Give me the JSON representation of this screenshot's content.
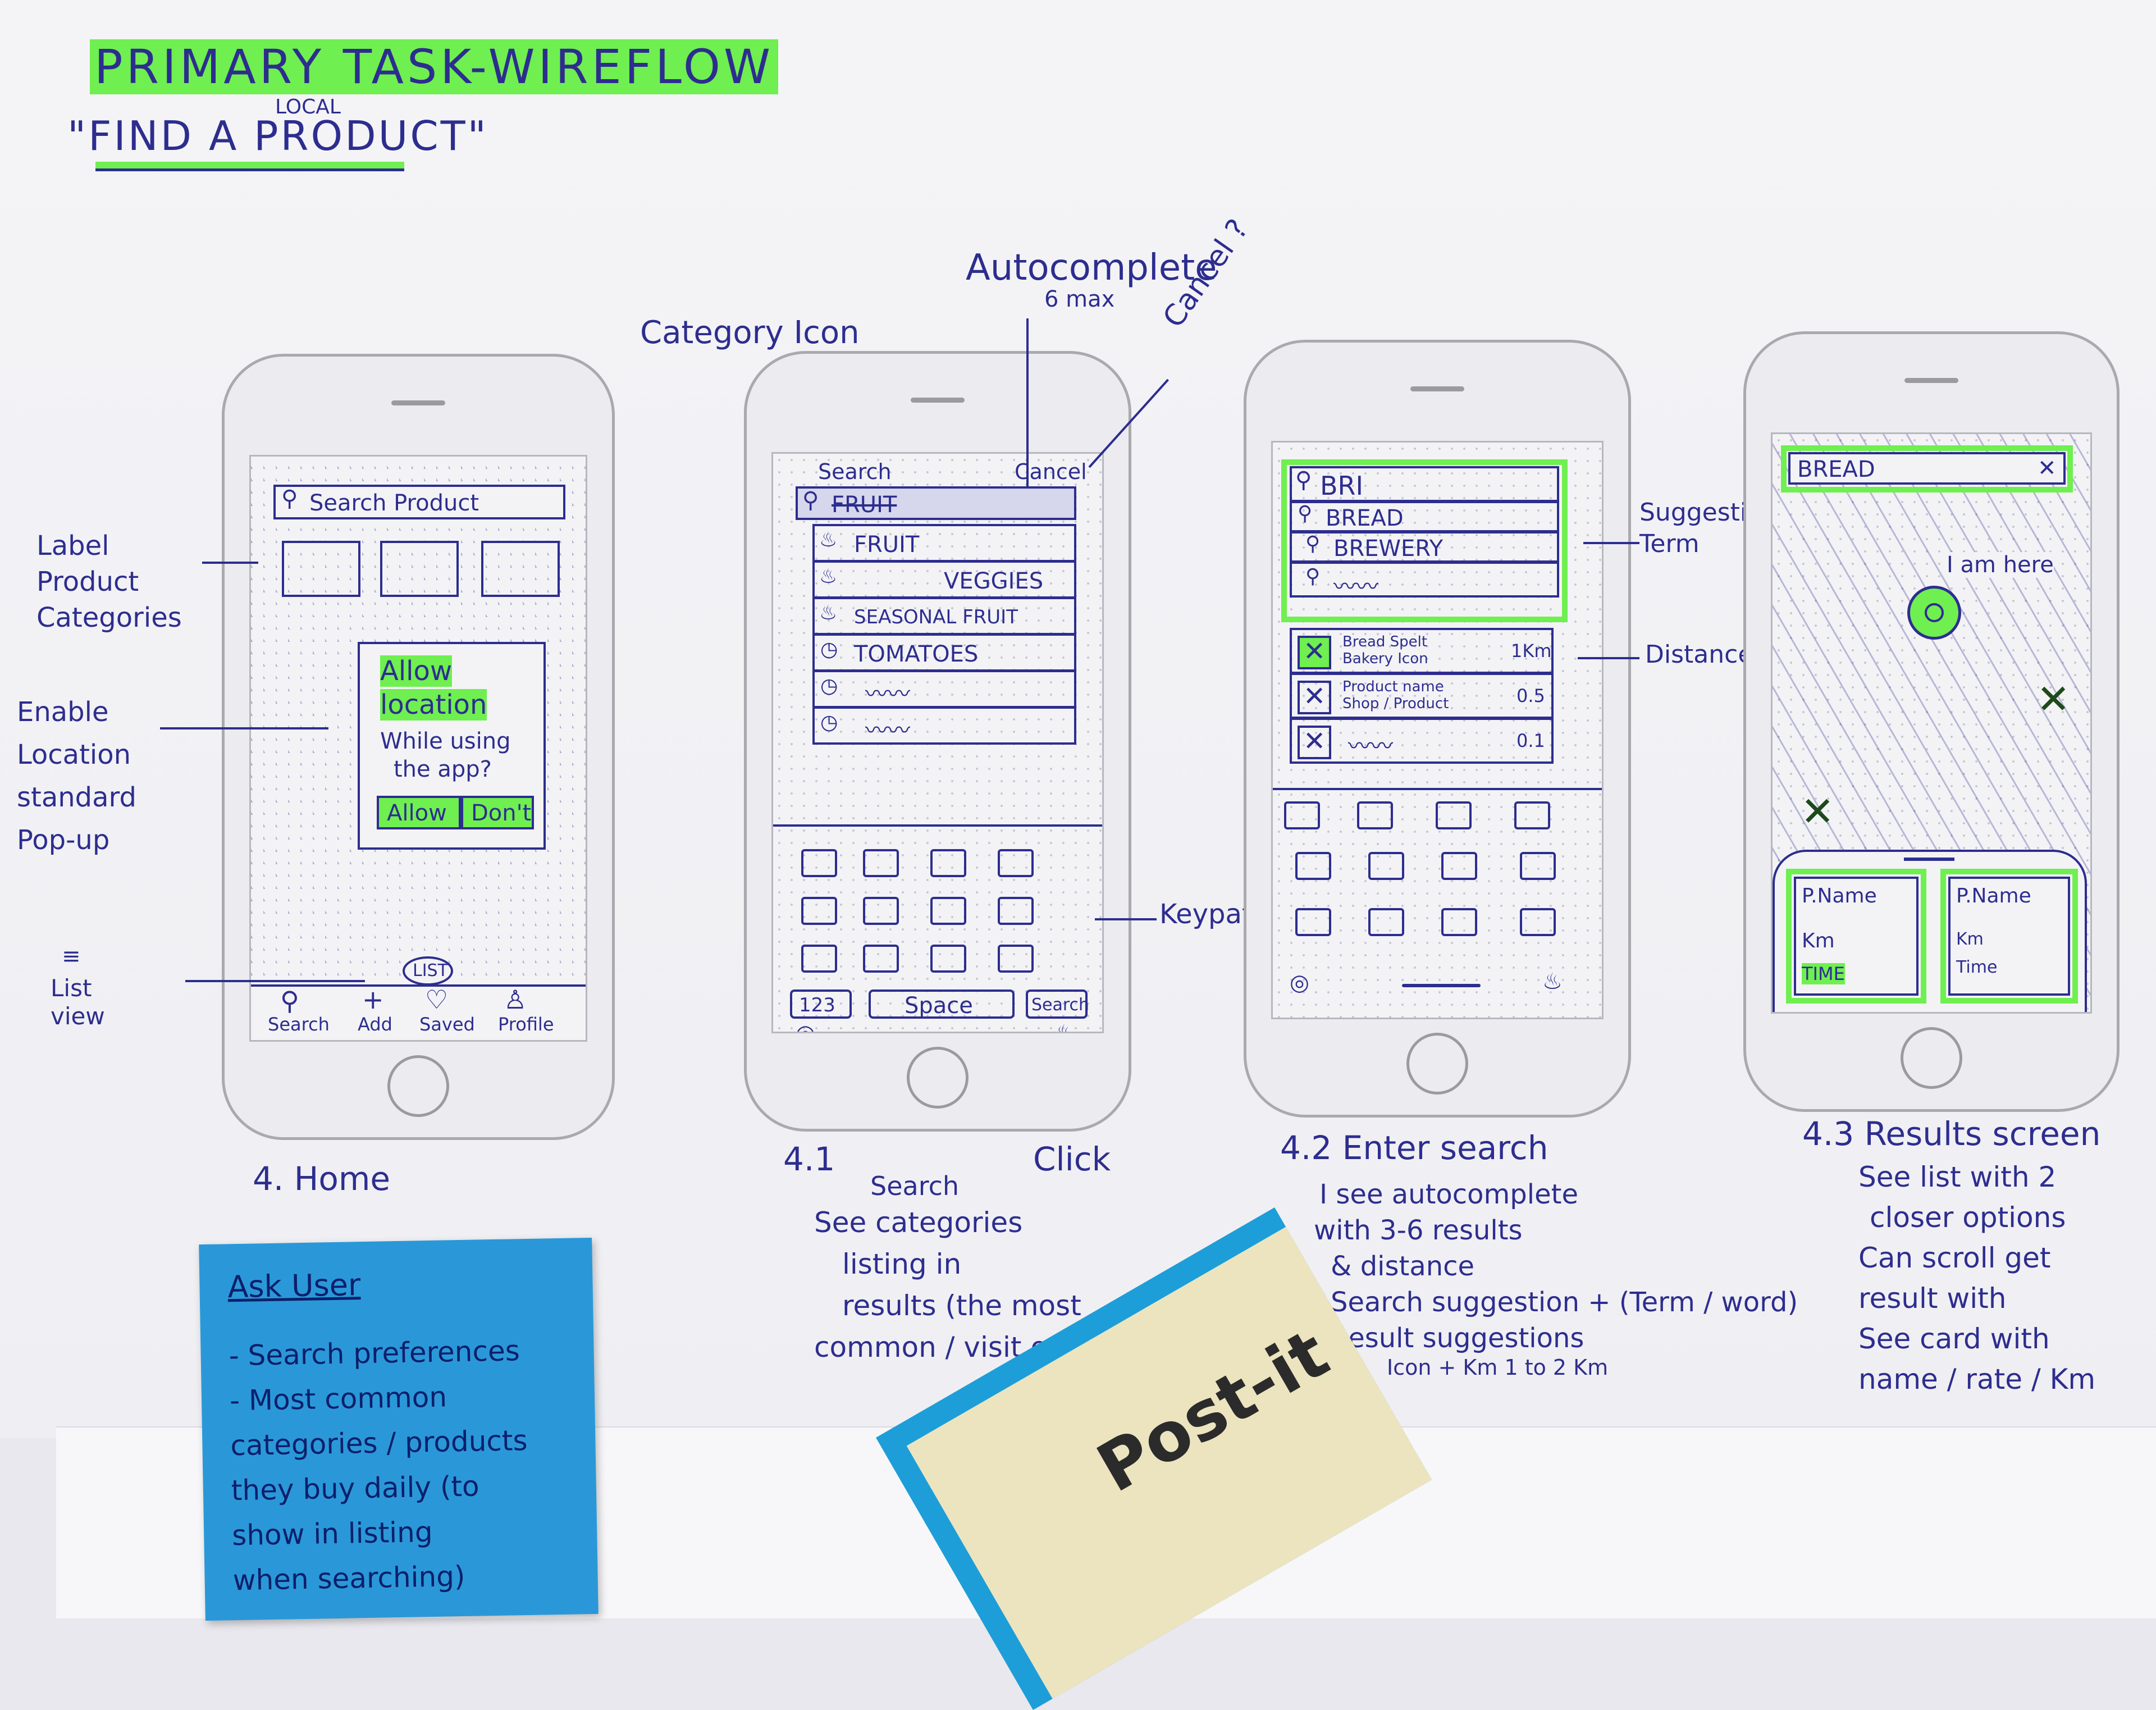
{
  "title": {
    "line1": "PRIMARY TASK-WIREFLOW",
    "line2": "\"FIND A PRODUCT\"",
    "insert": "LOCAL"
  },
  "colors": {
    "ink": "#2d2d8f",
    "highlighter": "#6fef50",
    "sticky": "#2a98d8"
  },
  "annotations": {
    "label_categories": "Label Product Categories",
    "enable_location": "Enable Location standard Pop-up",
    "list_view": "List view",
    "category_icon": "Category Icon",
    "autocomplete": "Autocomplete",
    "autocomplete_max": "6 max",
    "cancel": "Cancel ?",
    "keypath": "Keypath",
    "suggestion_term": "Suggestion Term",
    "distance": "Distance"
  },
  "screens": {
    "home": {
      "search_placeholder": "Search Product",
      "popup_line1": "Allow",
      "popup_line2": "location",
      "popup_line3": "While using",
      "popup_line4": "the app?",
      "popup_allow": "Allow",
      "popup_dont": "Don't",
      "list_button": "LIST",
      "tabs": [
        "Search",
        "Add",
        "Saved",
        "Profile"
      ],
      "caption": "4. Home"
    },
    "click_search": {
      "header_left": "Search",
      "header_right": "Cancel",
      "typed": "FRUIT",
      "rows": [
        "FRUIT",
        "VEGGIES",
        "SEASONAL FRUIT",
        "TOMATOES"
      ],
      "keys_bottom": [
        "123",
        "Space",
        "Search"
      ],
      "caption": "4.1",
      "caption_rest": "Click",
      "caption_line2": "Search",
      "bullets": [
        "See categories",
        "listing in",
        "results (the most",
        "common / visit ones)"
      ]
    },
    "enter_search": {
      "typed": "BRI",
      "suggestions": [
        "BREAD",
        "BREWERY"
      ],
      "results": [
        {
          "name": "Bread Spelt Bakery Icon",
          "dist": "1Km"
        },
        {
          "name": "Product name Shop / Product",
          "dist": "0.5"
        },
        {
          "name": "",
          "dist": "0.1"
        }
      ],
      "caption": "4.2 Enter search",
      "bullets": [
        "I see autocomplete",
        "with 3-6 results",
        "& distance",
        "Search suggestion + (Term / word)",
        "Result suggestions",
        "Icon + Km 1 to 2 Km"
      ]
    },
    "results": {
      "search_value": "BREAD",
      "pin_label": "I am here",
      "card1": [
        "P.Name",
        "Km",
        "TIME"
      ],
      "card2": [
        "P.Name",
        "Km",
        "Time"
      ],
      "caption": "4.3 Results screen",
      "bullets": [
        "See list with 2",
        "closer options",
        "Can scroll get",
        "result with",
        "See card with",
        "name / rate / Km"
      ]
    }
  },
  "sticky_note": {
    "heading": "Ask User",
    "lines": [
      "- Search preferences",
      "- Most common",
      "categories / products",
      "they buy daily (to",
      "show in listing",
      "when searching)"
    ]
  },
  "pad_brand": "Post-it"
}
